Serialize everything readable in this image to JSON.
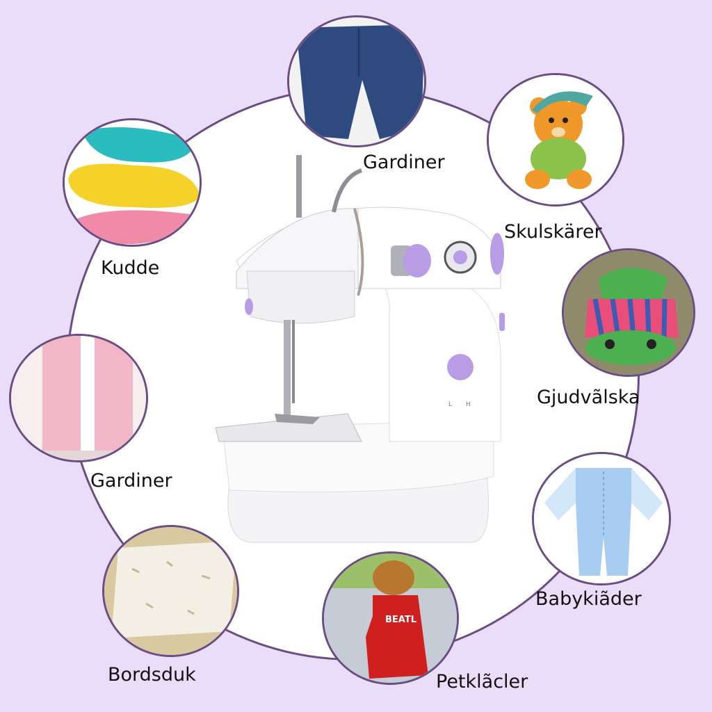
{
  "colors": {
    "background": "#e9ddf9",
    "ring_stroke": "#6b4c84",
    "machine_accent": "#b89ce6"
  },
  "center": {
    "product": "mini-sewing-machine",
    "dial_labels": [
      "L",
      "H"
    ]
  },
  "items": [
    {
      "id": "jeans",
      "label": "Gardiner",
      "icon": "jeans-icon"
    },
    {
      "id": "teddy",
      "label": "Skulskärer",
      "icon": "teddy-bear-icon"
    },
    {
      "id": "pouch",
      "label": "Gjudvãlska",
      "icon": "drawstring-bag-icon"
    },
    {
      "id": "babysuit",
      "label": "Babykiãder",
      "icon": "baby-onesie-icon"
    },
    {
      "id": "dogcoat",
      "label": "Petklãcler",
      "icon": "dog-coat-icon",
      "print_text": "BEATL"
    },
    {
      "id": "tablecloth",
      "label": "Bordsduk",
      "icon": "tablecloth-icon"
    },
    {
      "id": "curtains",
      "label": "Gardiner",
      "icon": "curtains-icon"
    },
    {
      "id": "pillows",
      "label": "Kudde",
      "icon": "pillows-icon"
    }
  ]
}
